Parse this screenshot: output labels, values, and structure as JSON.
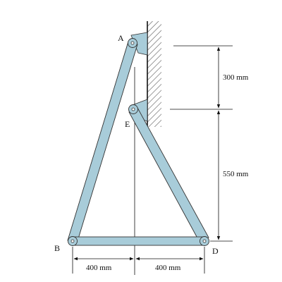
{
  "points": {
    "a": "A",
    "b": "B",
    "d": "D",
    "e": "E"
  },
  "dimensions": {
    "ae_vertical": "300 mm",
    "eb_vertical": "550 mm",
    "b_to_center": "400 mm",
    "center_to_d": "400 mm"
  },
  "colors": {
    "member_fill": "#a8ccd9",
    "member_stroke": "#333333",
    "wall_hatch": "#444444",
    "line": "#111111"
  }
}
